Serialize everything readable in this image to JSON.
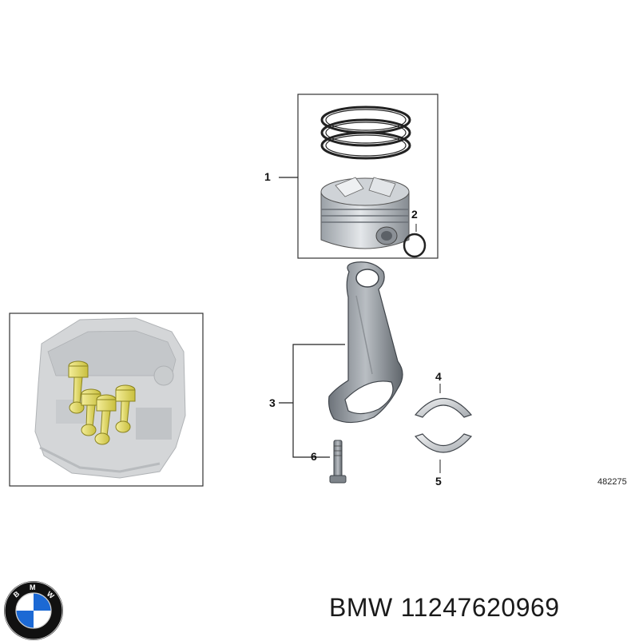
{
  "diagram": {
    "callouts": [
      {
        "id": "1",
        "label": "1"
      },
      {
        "id": "2",
        "label": "2"
      },
      {
        "id": "3",
        "label": "3"
      },
      {
        "id": "4",
        "label": "4"
      },
      {
        "id": "5",
        "label": "5"
      },
      {
        "id": "6",
        "label": "6"
      }
    ],
    "reference_number": "482275"
  },
  "caption": {
    "brand": "BMW",
    "part_number": "11247620969"
  },
  "logo": {
    "letters": [
      "B",
      "M",
      "W"
    ],
    "colors": {
      "ring": "#111111",
      "blue": "#1c69d4",
      "white": "#ffffff"
    }
  },
  "highlight_color": "#e8e07a"
}
